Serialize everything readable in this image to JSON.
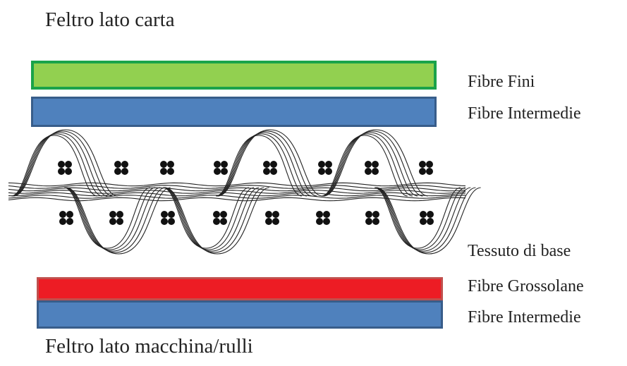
{
  "labels": {
    "top": "Feltro lato carta",
    "bottom": "Feltro lato macchina/rulli",
    "fine_fibers": "Fibre Fini",
    "intermediate_top": "Fibre Intermedie",
    "base_fabric": "Tessuto di base",
    "coarse_fibers": "Fibre Grossolane",
    "intermediate_bottom": "Fibre Intermedie"
  },
  "colors": {
    "fine_fill": "#92d050",
    "fine_border": "#1aa34a",
    "intermediate_fill": "#4f81bd",
    "intermediate_border": "#385d8a",
    "coarse_fill": "#ed1c24",
    "coarse_border": "#c0504d",
    "weave_stroke": "#222222",
    "knot_fill": "#111111"
  },
  "icons": {
    "fabric": "woven-base-fabric",
    "knot": "four-dot-fiber-bundle"
  }
}
